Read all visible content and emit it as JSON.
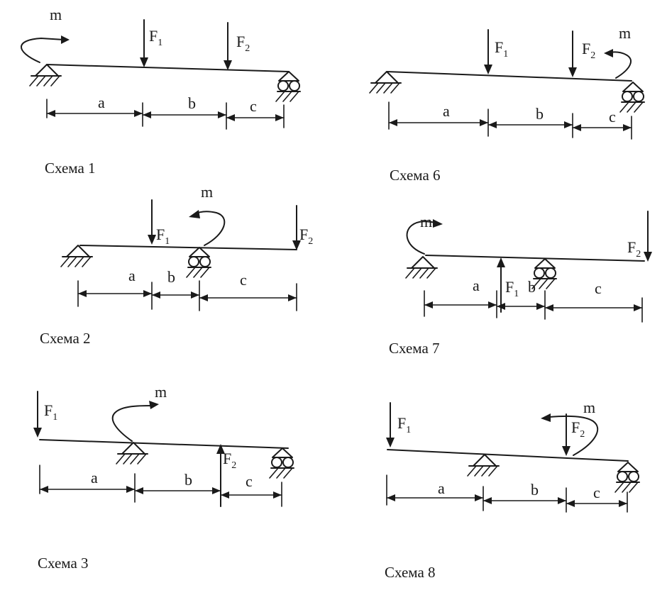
{
  "schemes": [
    {
      "caption": "Схема 1",
      "moment": "m",
      "force1": "F",
      "force1_sub": "1",
      "force2": "F",
      "force2_sub": "2",
      "dim_a": "a",
      "dim_b": "b",
      "dim_c": "c"
    },
    {
      "caption": "Схема 2",
      "moment": "m",
      "force1": "F",
      "force1_sub": "1",
      "force2": "F",
      "force2_sub": "2",
      "dim_a": "a",
      "dim_b": "b",
      "dim_c": "c"
    },
    {
      "caption": "Схема 3",
      "moment": "m",
      "force1": "F",
      "force1_sub": "1",
      "force2": "F",
      "force2_sub": "2",
      "dim_a": "a",
      "dim_b": "b",
      "dim_c": "c"
    },
    {
      "caption": "Схема 6",
      "moment": "m",
      "force1": "F",
      "force1_sub": "1",
      "force2": "F",
      "force2_sub": "2",
      "dim_a": "a",
      "dim_b": "b",
      "dim_c": "c"
    },
    {
      "caption": "Схема 7",
      "moment": "m",
      "force1": "F",
      "force1_sub": "1",
      "force2": "F",
      "force2_sub": "2",
      "dim_a": "a",
      "dim_b": "b",
      "dim_c": "c"
    },
    {
      "caption": "Схема 8",
      "moment": "m",
      "force1": "F",
      "force1_sub": "1",
      "force2": "F",
      "force2_sub": "2",
      "dim_a": "a",
      "dim_b": "b",
      "dim_c": "c"
    }
  ]
}
